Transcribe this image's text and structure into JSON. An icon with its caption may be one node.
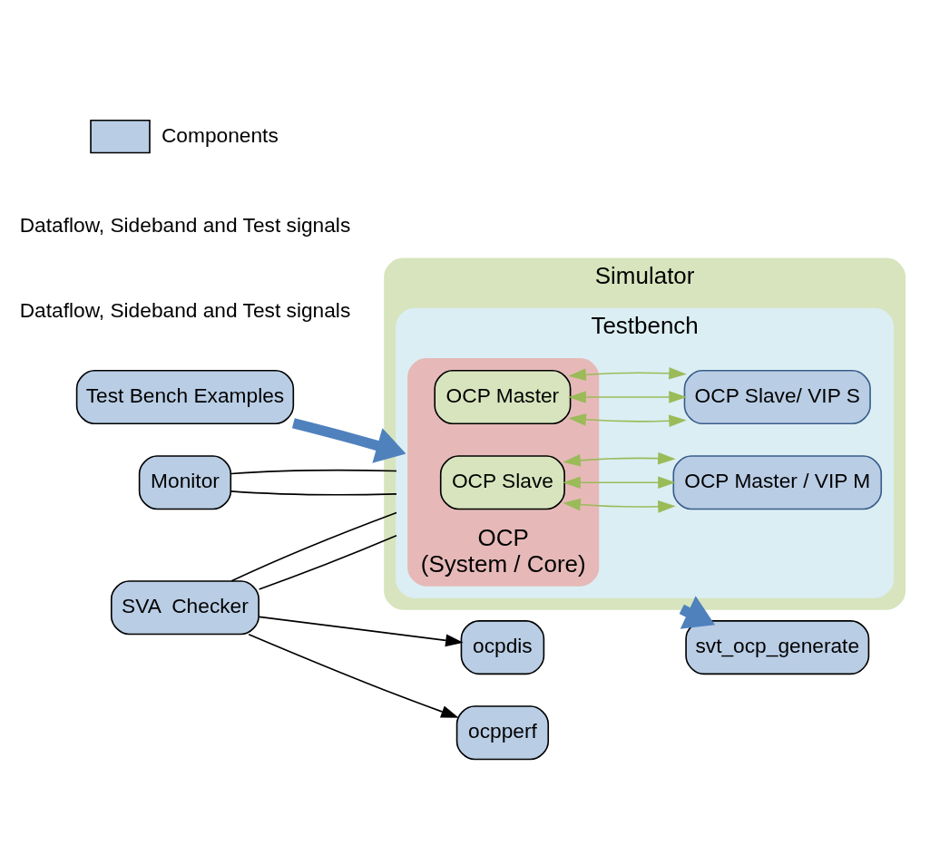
{
  "diagram": {
    "nodes": [
      {
        "text": [
          "Test Bench Examples"
        ]
      },
      {
        "text": [
          "Simulator"
        ]
      },
      {
        "text": [
          "Testbench"
        ],
        "in": 1
      },
      {
        "text": [
          "OCP",
          "(System / Core)"
        ],
        "in": 2
      },
      {
        "text": [
          "OCP Slave"
        ],
        "in": 3
      },
      {
        "text": [
          "OCP Master"
        ],
        "in": 3
      },
      {
        "text": [
          "OCP Master / VIP M"
        ],
        "in": 2
      },
      {
        "text": [
          "OCP Slave/ VIP S"
        ],
        "in": 2
      },
      {
        "text": [
          "SVA  Checker"
        ]
      },
      {
        "text": [
          "ocpdis"
        ]
      },
      {
        "text": [
          "ocpperf"
        ]
      },
      {
        "text": [
          "Monitor"
        ]
      },
      {
        "text": [
          "svt_ocp_generate"
        ]
      }
    ],
    "edges": [
      {
        "from": 0,
        "to": 2,
        "arrow": "to",
        "style": "thick",
        "color": "#4f81bd"
      },
      {
        "from": 4,
        "to": 6,
        "arrow": "both",
        "color": "#9bbb59"
      },
      {
        "from": 4,
        "to": 6,
        "arrow": "both",
        "color": "#9bbb59"
      },
      {
        "from": 4,
        "to": 6,
        "arrow": "both",
        "color": "#9bbb59"
      },
      {
        "from": 5,
        "to": 7,
        "arrow": "both",
        "color": "#9bbb59"
      },
      {
        "from": 5,
        "to": 7,
        "arrow": "both",
        "color": "#9bbb59"
      },
      {
        "from": 5,
        "to": 7,
        "arrow": "both",
        "color": "#9bbb59"
      },
      {
        "from": 8,
        "to": 2,
        "arrow": "none",
        "color": "#000000"
      },
      {
        "from": 8,
        "to": 2,
        "arrow": "none",
        "color": "#000000"
      },
      {
        "from": 8,
        "to": 9,
        "arrow": "to",
        "color": "#000000"
      },
      {
        "from": 8,
        "to": 10,
        "arrow": "to",
        "color": "#000000"
      },
      {
        "from": 11,
        "to": 2,
        "arrow": "none",
        "color": "#000000"
      },
      {
        "from": 11,
        "to": 2,
        "arrow": "none",
        "color": "#000000"
      },
      {
        "from": 1,
        "to": 12,
        "arrow": "to",
        "style": "thick",
        "color": "#4f81bd"
      }
    ],
    "labels": [
      "Dataflow, Sideband and Test signals",
      "Dataflow, Sideband and Test signals"
    ],
    "legend": [
      {
        "text": "Components",
        "color": "#b9cde5"
      }
    ]
  }
}
